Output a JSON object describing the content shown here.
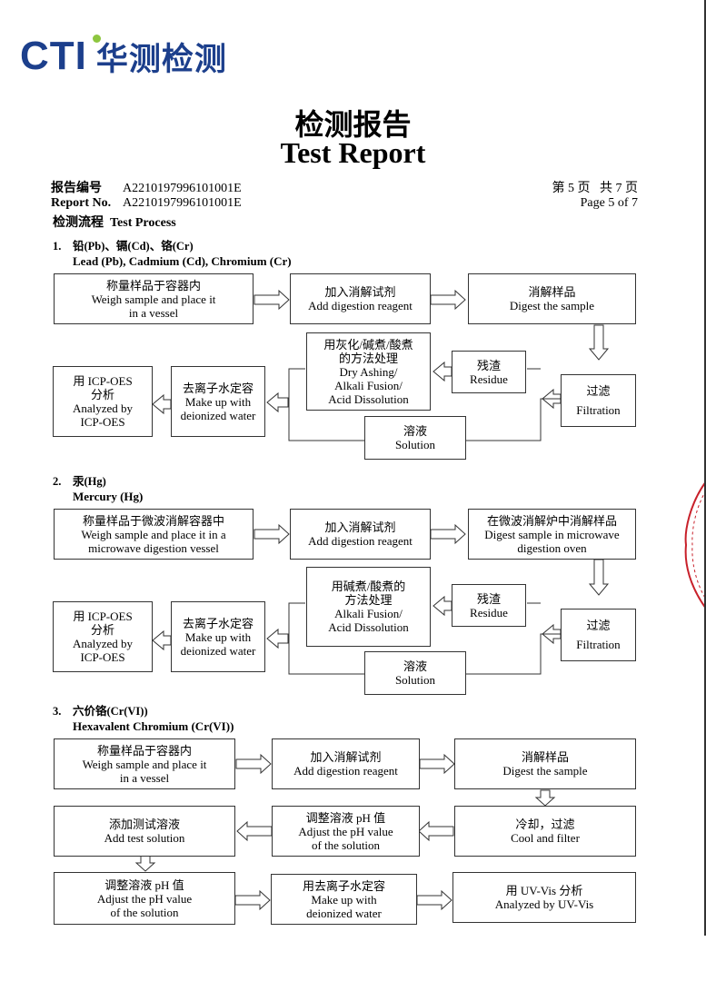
{
  "header": {
    "logo_text": "CTI",
    "logo_cn": "华测检测",
    "brand_color": "#1c3f8c",
    "accent_color": "#8dc63f"
  },
  "title": {
    "cn": "检测报告",
    "en": "Test Report"
  },
  "meta": {
    "report_no_label_cn": "报告编号",
    "report_no_label_en": "Report No.",
    "report_no": "A2210197996101001E",
    "page_cn": "第 5 页   共 7 页",
    "page_en": "Page 5 of 7"
  },
  "process_heading": "检测流程  Test Process",
  "section1": {
    "num": "1.",
    "title_cn": "铅(Pb)、镉(Cd)、铬(Cr)",
    "title_en": "Lead (Pb), Cadmium (Cd), Chromium (Cr)",
    "weigh": [
      "称量样品于容器内",
      "Weigh sample and place it",
      "in a vessel"
    ],
    "add": [
      "加入消解试剂",
      "Add digestion reagent"
    ],
    "digest": [
      "消解样品",
      "Digest the sample"
    ],
    "treat": [
      "用灰化/碱煮/酸煮",
      "的方法处理",
      "Dry Ashing/",
      "Alkali Fusion/",
      "Acid Dissolution"
    ],
    "residue": [
      "残渣",
      "Residue"
    ],
    "filtration": [
      "过滤",
      "Filtration"
    ],
    "makeup": [
      "去离子水定容",
      "Make up with",
      "deionized water"
    ],
    "analyze": [
      "用 ICP-OES",
      "分析",
      "Analyzed by",
      "ICP-OES"
    ],
    "solution": [
      "溶液",
      "Solution"
    ]
  },
  "section2": {
    "num": "2.",
    "title_cn": "汞(Hg)",
    "title_en": "Mercury (Hg)",
    "weigh": [
      "称量样品于微波消解容器中",
      "Weigh sample and place it in a",
      "microwave digestion vessel"
    ],
    "add": [
      "加入消解试剂",
      "Add digestion reagent"
    ],
    "digest": [
      "在微波消解炉中消解样品",
      "Digest sample in microwave",
      "digestion oven"
    ],
    "treat": [
      "用碱煮/酸煮的",
      "方法处理",
      "Alkali Fusion/",
      "Acid Dissolution"
    ],
    "residue": [
      "残渣",
      "Residue"
    ],
    "filtration": [
      "过滤",
      "Filtration"
    ],
    "makeup": [
      "去离子水定容",
      "Make up with",
      "deionized water"
    ],
    "analyze": [
      "用 ICP-OES",
      "分析",
      "Analyzed by",
      "ICP-OES"
    ],
    "solution": [
      "溶液",
      "Solution"
    ]
  },
  "section3": {
    "num": "3.",
    "title_cn": "六价铬(Cr(VI))",
    "title_en": "Hexavalent Chromium (Cr(VI))",
    "weigh": [
      "称量样品于容器内",
      "Weigh sample and place it",
      "in a vessel"
    ],
    "add": [
      "加入消解试剂",
      "Add digestion reagent"
    ],
    "digest": [
      "消解样品",
      "Digest the sample"
    ],
    "cool": [
      "冷却，过滤",
      "Cool and filter"
    ],
    "adjust1": [
      "调整溶液 pH 值",
      "Adjust the pH value",
      "of the solution"
    ],
    "addtest": [
      "添加测试溶液",
      "Add test solution"
    ],
    "adjust2": [
      "调整溶液 pH 值",
      "Adjust the pH value",
      "of the solution"
    ],
    "makeup": [
      "用去离子水定容",
      "Make up with",
      "deionized water"
    ],
    "analyze": [
      "用 UV-Vis 分析",
      "Analyzed by UV-Vis"
    ]
  }
}
